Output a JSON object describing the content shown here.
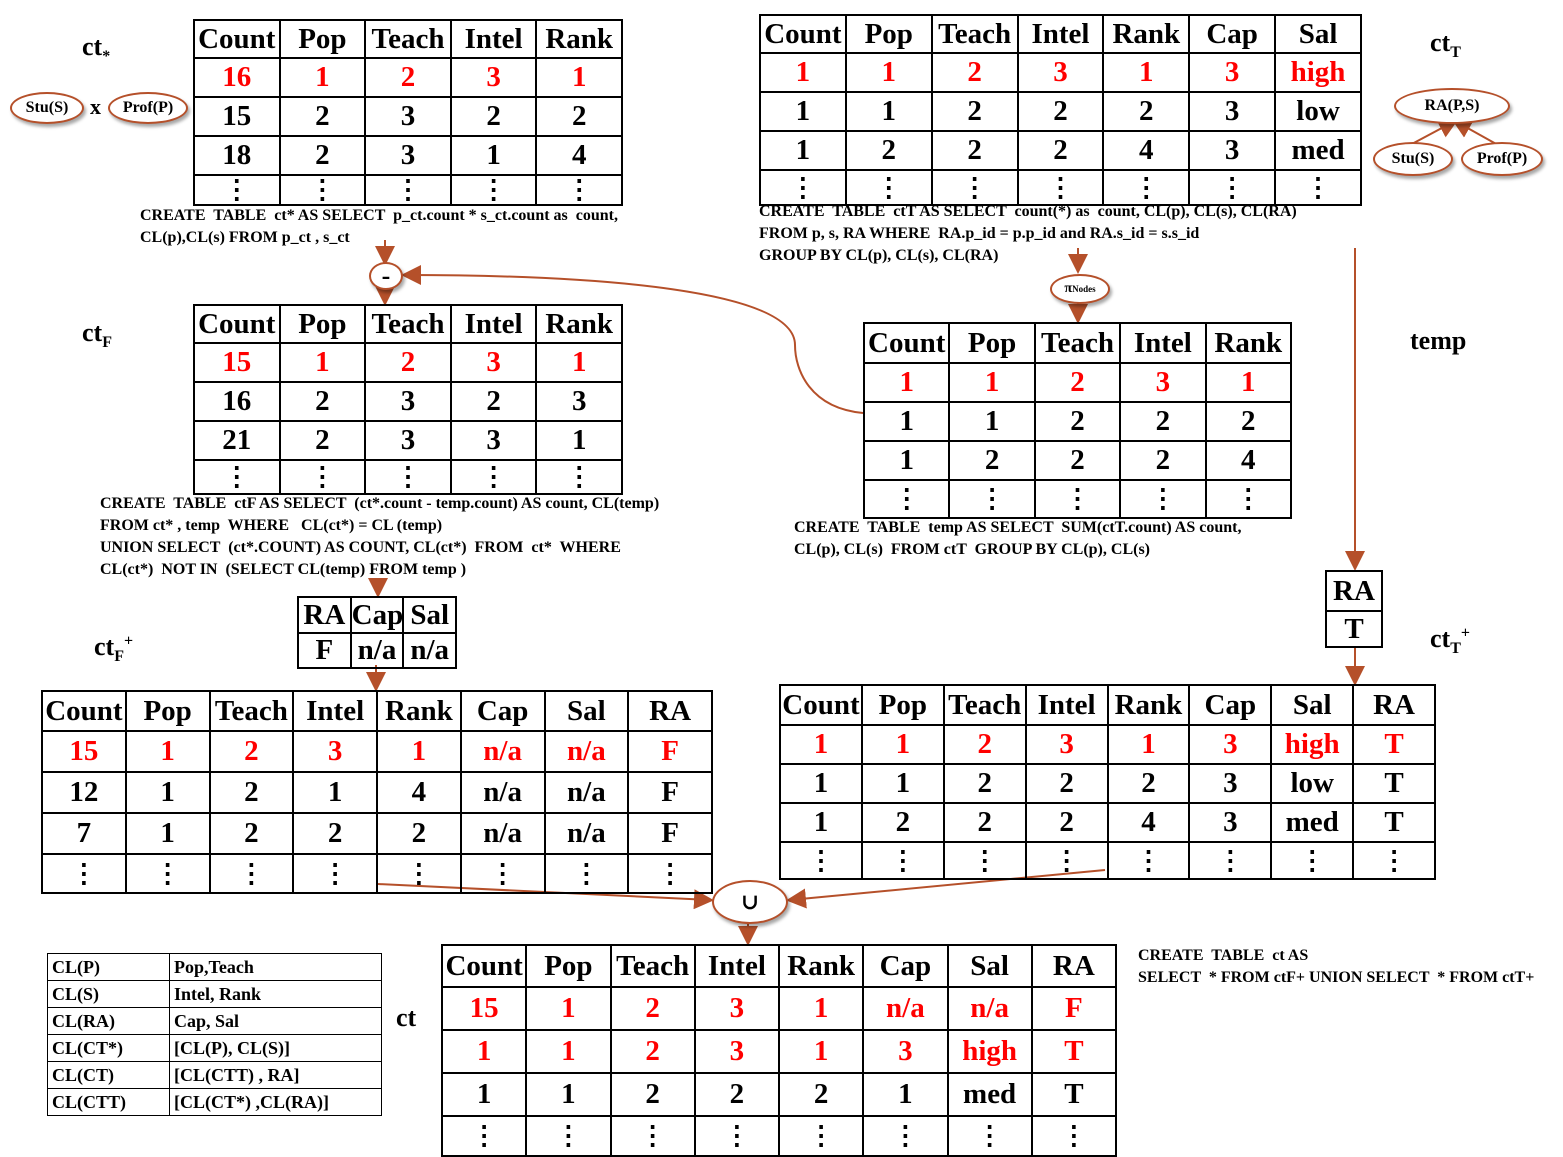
{
  "labels": {
    "ct_star": "ct",
    "ct_star_sub": "*",
    "ct_T": "ct",
    "ct_T_sub": "T",
    "ct_F": "ct",
    "ct_F_sub": "F",
    "temp": "temp",
    "ct_F_plus": "ct",
    "ct_F_plus_sub": "F",
    "ct_F_plus_sup": "+",
    "ct_T_plus": "ct",
    "ct_T_plus_sub": "T",
    "ct_T_plus_sup": "+",
    "ct": "ct",
    "times": "x"
  },
  "nodes": {
    "stu": "Stu(S)",
    "prof": "Prof(P)",
    "ra": "RA(P,S)",
    "stu2": "Stu(S)",
    "prof2": "Prof(P)",
    "minus": "-",
    "pi": "π",
    "pi_sub": "Nodes",
    "union": "∪"
  },
  "tables": {
    "ct_star": {
      "headers": [
        "Count",
        "Pop",
        "Teach",
        "Intel",
        "Rank"
      ],
      "rows": [
        [
          "16",
          "1",
          "2",
          "3",
          "1"
        ],
        [
          "15",
          "2",
          "3",
          "2",
          "2"
        ],
        [
          "18",
          "2",
          "3",
          "1",
          "4"
        ]
      ],
      "red_rows": [
        0
      ]
    },
    "ct_T": {
      "headers": [
        "Count",
        "Pop",
        "Teach",
        "Intel",
        "Rank",
        "Cap",
        "Sal"
      ],
      "rows": [
        [
          "1",
          "1",
          "2",
          "3",
          "1",
          "3",
          "high"
        ],
        [
          "1",
          "1",
          "2",
          "2",
          "2",
          "3",
          "low"
        ],
        [
          "1",
          "2",
          "2",
          "2",
          "4",
          "3",
          "med"
        ]
      ],
      "red_rows": [
        0
      ]
    },
    "ct_F": {
      "headers": [
        "Count",
        "Pop",
        "Teach",
        "Intel",
        "Rank"
      ],
      "rows": [
        [
          "15",
          "1",
          "2",
          "3",
          "1"
        ],
        [
          "16",
          "2",
          "3",
          "2",
          "3"
        ],
        [
          "21",
          "2",
          "3",
          "3",
          "1"
        ]
      ],
      "red_rows": [
        0
      ]
    },
    "temp": {
      "headers": [
        "Count",
        "Pop",
        "Teach",
        "Intel",
        "Rank"
      ],
      "rows": [
        [
          "1",
          "1",
          "2",
          "3",
          "1"
        ],
        [
          "1",
          "1",
          "2",
          "2",
          "2"
        ],
        [
          "1",
          "2",
          "2",
          "2",
          "4"
        ]
      ],
      "red_rows": [
        0
      ]
    },
    "ra_f": {
      "headers": [
        "RA",
        "Cap",
        "Sal"
      ],
      "rows": [
        [
          "F",
          "n/a",
          "n/a"
        ]
      ]
    },
    "ra_t": {
      "headers": [
        "RA"
      ],
      "rows": [
        [
          "T"
        ]
      ]
    },
    "ct_F_plus": {
      "headers": [
        "Count",
        "Pop",
        "Teach",
        "Intel",
        "Rank",
        "Cap",
        "Sal",
        "RA"
      ],
      "rows": [
        [
          "15",
          "1",
          "2",
          "3",
          "1",
          "n/a",
          "n/a",
          "F"
        ],
        [
          "12",
          "1",
          "2",
          "1",
          "4",
          "n/a",
          "n/a",
          "F"
        ],
        [
          "7",
          "1",
          "2",
          "2",
          "2",
          "n/a",
          "n/a",
          "F"
        ]
      ],
      "red_rows": [
        0
      ]
    },
    "ct_T_plus": {
      "headers": [
        "Count",
        "Pop",
        "Teach",
        "Intel",
        "Rank",
        "Cap",
        "Sal",
        "RA"
      ],
      "rows": [
        [
          "1",
          "1",
          "2",
          "3",
          "1",
          "3",
          "high",
          "T"
        ],
        [
          "1",
          "1",
          "2",
          "2",
          "2",
          "3",
          "low",
          "T"
        ],
        [
          "1",
          "2",
          "2",
          "2",
          "4",
          "3",
          "med",
          "T"
        ]
      ],
      "red_rows": [
        0
      ]
    },
    "ct": {
      "headers": [
        "Count",
        "Pop",
        "Teach",
        "Intel",
        "Rank",
        "Cap",
        "Sal",
        "RA"
      ],
      "rows": [
        [
          "15",
          "1",
          "2",
          "3",
          "1",
          "n/a",
          "n/a",
          "F"
        ],
        [
          "1",
          "1",
          "2",
          "3",
          "1",
          "3",
          "high",
          "T"
        ],
        [
          "1",
          "1",
          "2",
          "2",
          "2",
          "1",
          "med",
          "T"
        ]
      ],
      "red_rows": [
        0,
        1
      ]
    },
    "dots": "⋮"
  },
  "sql": {
    "ct_star": [
      "CREATE  TABLE  ct* AS SELECT  p_ct.count * s_ct.count as  count,",
      "CL(p),CL(s) FROM p_ct , s_ct"
    ],
    "ct_T": [
      "CREATE  TABLE  ctT AS SELECT  count(*) as  count, CL(p), CL(s), CL(RA)",
      "FROM p, s, RA WHERE  RA.p_id = p.p_id and RA.s_id = s.s_id",
      "GROUP BY CL(p), CL(s), CL(RA)"
    ],
    "ct_F": [
      "CREATE  TABLE  ctF AS SELECT  (ct*.count - temp.count) AS count, CL(temp)",
      "FROM ct* , temp  WHERE   CL(ct*) = CL (temp)",
      "UNION SELECT  (ct*.COUNT) AS COUNT, CL(ct*)  FROM  ct*  WHERE",
      "CL(ct*)  NOT IN  (SELECT CL(temp) FROM temp )"
    ],
    "temp": [
      "CREATE  TABLE  temp AS SELECT  SUM(ctT.count) AS count,",
      "CL(p), CL(s)  FROM ctT  GROUP BY CL(p), CL(s)"
    ],
    "ct": [
      "CREATE  TABLE  ct AS",
      "SELECT  * FROM ctF+ UNION SELECT  * FROM ctT+"
    ]
  },
  "cl_table": [
    [
      "CL(P)",
      "Pop,Teach"
    ],
    [
      "CL(S)",
      "Intel, Rank"
    ],
    [
      "CL(RA)",
      "Cap, Sal"
    ],
    [
      "CL(CT*)",
      "[CL(P), CL(S)]"
    ],
    [
      "CL(CT)",
      "[CL(CTT) , RA]"
    ],
    [
      "CL(CTT)",
      "[CL(CT*) ,CL(RA)]"
    ]
  ],
  "colors": {
    "arrow": "#b5502a",
    "red": "#ff0000"
  }
}
